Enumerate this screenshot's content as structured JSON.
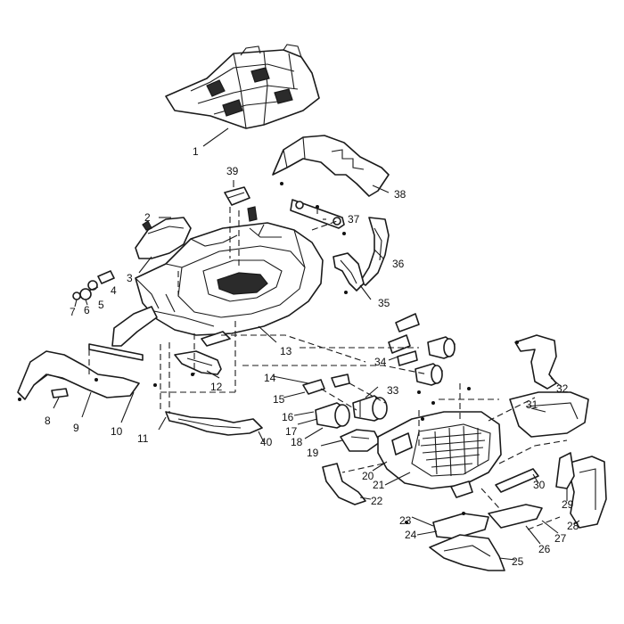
{
  "callouts": [
    {
      "id": "1",
      "label": "1"
    },
    {
      "id": "2",
      "label": "2"
    },
    {
      "id": "3",
      "label": "3"
    },
    {
      "id": "4",
      "label": "4"
    },
    {
      "id": "5",
      "label": "5"
    },
    {
      "id": "6",
      "label": "6"
    },
    {
      "id": "7",
      "label": "7"
    },
    {
      "id": "8",
      "label": "8"
    },
    {
      "id": "9",
      "label": "9"
    },
    {
      "id": "10",
      "label": "10"
    },
    {
      "id": "11",
      "label": "11"
    },
    {
      "id": "12",
      "label": "12"
    },
    {
      "id": "13",
      "label": "13"
    },
    {
      "id": "14",
      "label": "14"
    },
    {
      "id": "15",
      "label": "15"
    },
    {
      "id": "16",
      "label": "16"
    },
    {
      "id": "17",
      "label": "17"
    },
    {
      "id": "18",
      "label": "18"
    },
    {
      "id": "19",
      "label": "19"
    },
    {
      "id": "20",
      "label": "20"
    },
    {
      "id": "21",
      "label": "21"
    },
    {
      "id": "22",
      "label": "22"
    },
    {
      "id": "23",
      "label": "23"
    },
    {
      "id": "24",
      "label": "24"
    },
    {
      "id": "25",
      "label": "25"
    },
    {
      "id": "26",
      "label": "26"
    },
    {
      "id": "27",
      "label": "27"
    },
    {
      "id": "28",
      "label": "28"
    },
    {
      "id": "29",
      "label": "29"
    },
    {
      "id": "30",
      "label": "30"
    },
    {
      "id": "31",
      "label": "31"
    },
    {
      "id": "32",
      "label": "32"
    },
    {
      "id": "33",
      "label": "33"
    },
    {
      "id": "34",
      "label": "34"
    },
    {
      "id": "35",
      "label": "35"
    },
    {
      "id": "36",
      "label": "36"
    },
    {
      "id": "37",
      "label": "37"
    },
    {
      "id": "38",
      "label": "38"
    },
    {
      "id": "39",
      "label": "39"
    },
    {
      "id": "40",
      "label": "40"
    }
  ]
}
